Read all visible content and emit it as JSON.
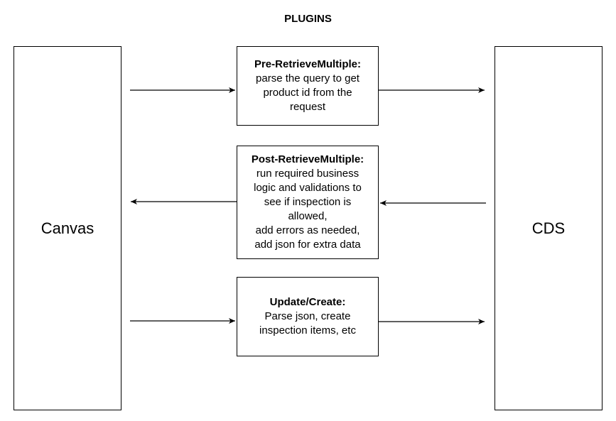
{
  "diagram": {
    "title": "PLUGINS",
    "left_system": "Canvas",
    "right_system": "CDS",
    "steps": [
      {
        "heading": "Pre-RetrieveMultiple:",
        "lines": [
          "parse the query to get",
          "product id from the",
          "request"
        ]
      },
      {
        "heading": "Post-RetrieveMultiple:",
        "lines": [
          "run required business",
          "logic and validations to",
          "see if inspection is",
          "allowed,",
          "add errors as needed,",
          "add json for extra data"
        ]
      },
      {
        "heading": "Update/Create:",
        "lines": [
          "Parse json, create",
          "inspection items, etc"
        ]
      }
    ],
    "edges": [
      {
        "from": "Canvas",
        "to": "Pre-RetrieveMultiple"
      },
      {
        "from": "Pre-RetrieveMultiple",
        "to": "CDS"
      },
      {
        "from": "CDS",
        "to": "Post-RetrieveMultiple"
      },
      {
        "from": "Post-RetrieveMultiple",
        "to": "Canvas"
      },
      {
        "from": "Canvas",
        "to": "Update/Create"
      },
      {
        "from": "Update/Create",
        "to": "CDS"
      }
    ]
  }
}
